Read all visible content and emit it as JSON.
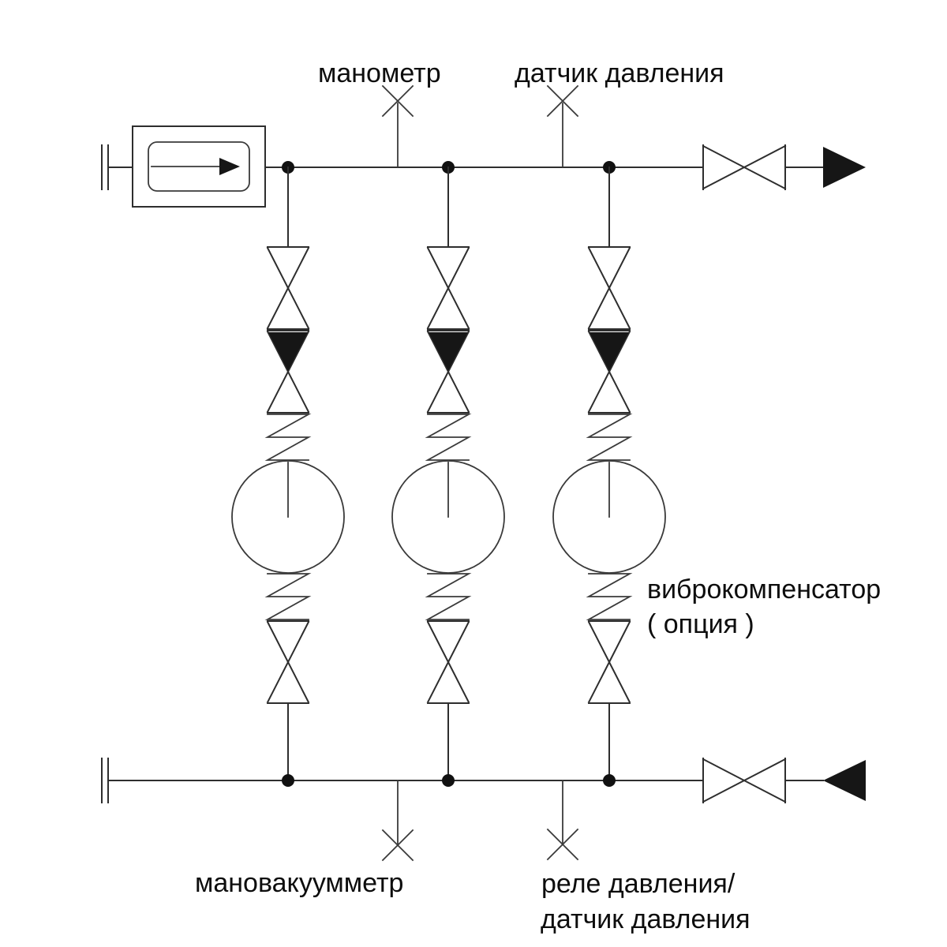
{
  "labels": {
    "manometer": "манометр",
    "pressure_sensor_top": "датчик давления",
    "vibro_compensator_line1": "виброкомпенсатор",
    "vibro_compensator_line2": "( опция )",
    "mano_vacuum_meter": "мановакуумметр",
    "pressure_relay_line1": "реле давления/",
    "pressure_relay_line2": "датчик давления"
  },
  "colors": {
    "line": "#2e2e2e",
    "symbol_fill": "#161616",
    "label_text": "#0d0d0d",
    "background": "#ffffff"
  },
  "icons": {
    "inlet-unit": "double-rectangle-with-right-arrow",
    "shutoff-valve": "bowtie-hourglass",
    "check-valve": "hourglass-top-triangle-filled",
    "vibration-compensator": "zigzag-spring",
    "pump": "circle-with-stem-line",
    "gauge-connection": "x-cross-on-stub",
    "flow-arrow": "filled-triangle",
    "junction": "filled-dot",
    "pipe-end-flange": "double-tick"
  }
}
